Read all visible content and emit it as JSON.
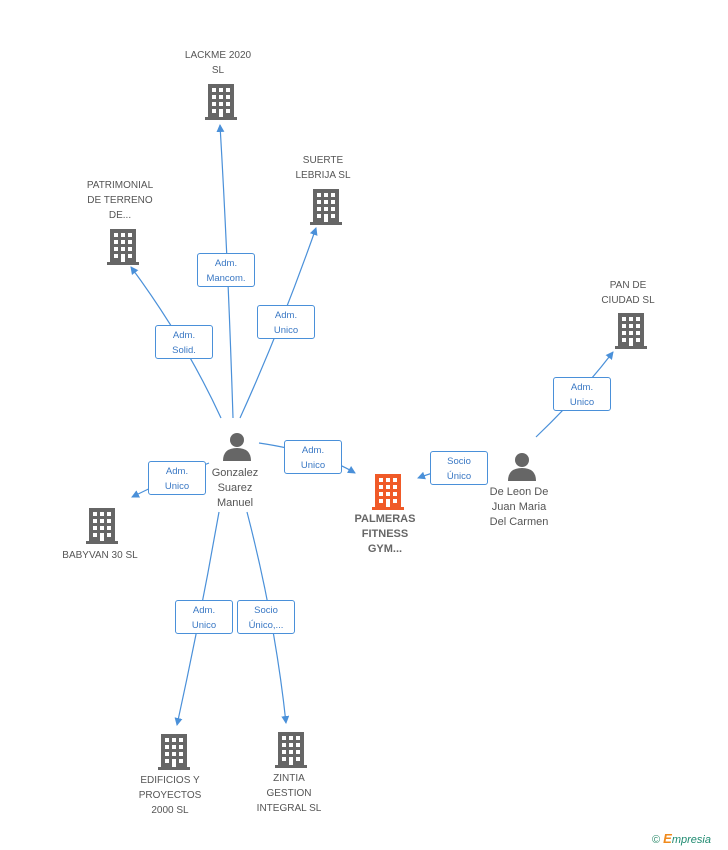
{
  "colors": {
    "line": "#4a90d9",
    "building": "#666666",
    "building_main": "#f05a28",
    "person": "#666666"
  },
  "companies": {
    "lackme": "LACKME 2020\nSL",
    "patrimonial": "PATRIMONIAL\nDE TERRENO\nDE...",
    "suerte": "SUERTE\nLEBRIJA  SL",
    "pan": "PAN DE\nCIUDAD SL",
    "babyvan": "BABYVAN 30 SL",
    "palmeras": "PALMERAS\nFITNESS\nGYM...",
    "edificios": "EDIFICIOS Y\nPROYECTOS\n2000 SL",
    "zintia": "ZINTIA\nGESTION\nINTEGRAL  SL"
  },
  "persons": {
    "gonzalez": "Gonzalez\nSuarez\nManuel",
    "deleon": "De Leon De\nJuan Maria\nDel Carmen"
  },
  "relations": {
    "lackme": "Adm.\nMancom.",
    "patrimonial": "Adm.\nSolid.",
    "suerte": "Adm.\nUnico",
    "palmeras_gonzalez": "Adm.\nUnico",
    "babyvan": "Adm.\nUnico",
    "edificios": "Adm.\nUnico",
    "zintia": "Socio\nÚnico,...",
    "palmeras_deleon": "Socio\nÚnico",
    "pan": "Adm.\nUnico"
  },
  "watermark": {
    "copyright": "©",
    "brand_first": "E",
    "brand_rest": "mpresia"
  }
}
